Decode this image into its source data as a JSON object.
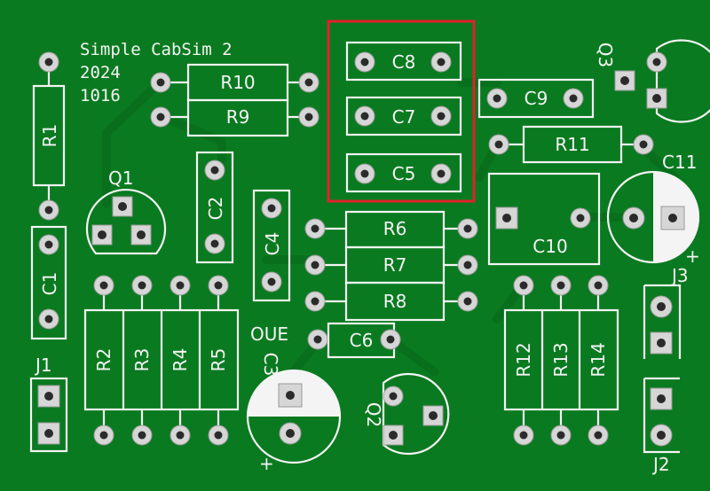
{
  "board": {
    "title_lines": [
      "Simple CabSim 2",
      "2024",
      "1016"
    ],
    "background": "#0a7a20",
    "silk_color": "#f4f4f4",
    "highlight_color": "#e0222a"
  },
  "labels": {
    "R1": "R1",
    "R2": "R2",
    "R3": "R3",
    "R4": "R4",
    "R5": "R5",
    "R6": "R6",
    "R7": "R7",
    "R8": "R8",
    "R9": "R9",
    "R10": "R10",
    "R11": "R11",
    "R12": "R12",
    "R13": "R13",
    "R14": "R14",
    "C1": "C1",
    "C2": "C2",
    "C3": "C3",
    "C4": "C4",
    "C5": "C5",
    "C6": "C6",
    "C7": "C7",
    "C8": "C8",
    "C9": "C9",
    "C10": "C10",
    "C11": "C11",
    "Q1": "Q1",
    "Q2": "Q2",
    "Q3": "Q3",
    "J1": "J1",
    "J2": "J2",
    "J3": "J3",
    "OUE": "OUE",
    "plus": "+"
  },
  "highlight": {
    "group": [
      "C8",
      "C7",
      "C5"
    ],
    "style": "red-outline"
  }
}
